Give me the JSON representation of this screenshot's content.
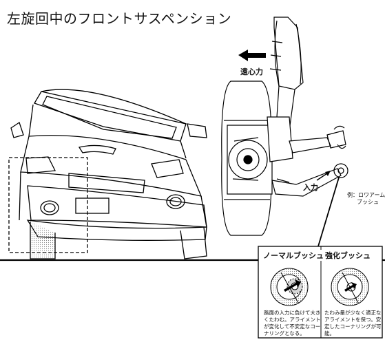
{
  "title": "左旋回中のフロントサスペンション",
  "labels": {
    "centrifugal_force": "遠心力",
    "input": "入力",
    "example_line1": "例：ロワアーム",
    "example_line2": "ブッシュ"
  },
  "panels": {
    "normal": {
      "title": "ノーマルブッシュ",
      "desc": [
        "路面の入力に負けて大き",
        "くたわむ。アライメント",
        "が変化して不安定なコー",
        "ナリングとなる。"
      ]
    },
    "reinforced": {
      "title": "強化ブッシュ",
      "desc": [
        "たわみ量が少なく適正な",
        "アライメントを保つ。安",
        "定したコーナリングが可",
        "能。"
      ]
    }
  }
}
